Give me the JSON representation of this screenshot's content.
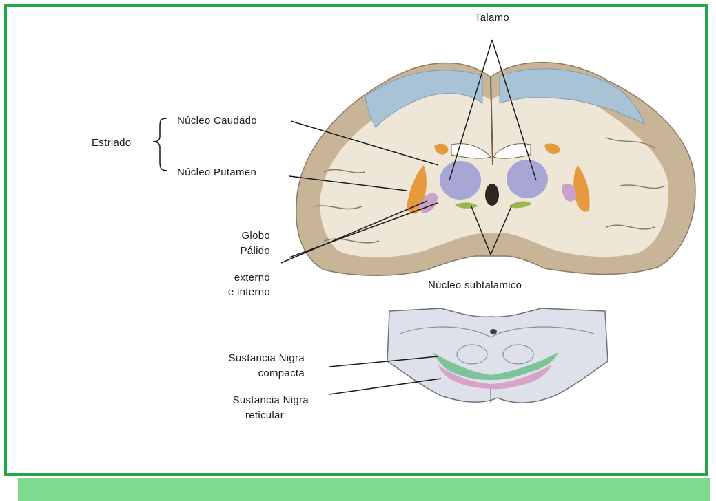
{
  "labels": {
    "talamo": "Talamo",
    "estriado": "Estriado",
    "nucleo_caudado": "Núcleo Caudado",
    "nucleo_putamen": "Núcleo Putamen",
    "globo": "Globo",
    "palido": "Pálido",
    "externo": "externo",
    "e_interno": "e interno",
    "nucleo_subtalamico": "Núcleo subtalamico",
    "sn_compacta_1": "Sustancia Nigra",
    "sn_compacta_2": "compacta",
    "sn_reticular_1": "Sustancia Nigra",
    "sn_reticular_2": "reticular"
  },
  "colors": {
    "frame_border": "#21a84a",
    "footer_bar": "#7fd98f",
    "cortex": "#a9c3d6",
    "white_matter": "#eee6d7",
    "gray_matter": "#c9b79b",
    "caudate_putamen": "#e59a3d",
    "thalamus": "#a7a6d4",
    "globus_pallidus": "#c9a3c9",
    "subthalamic": "#9db84a",
    "nigra_compacta": "#7ec49a",
    "nigra_reticular": "#d8a3c6",
    "midbrain": "#dfe1ea"
  }
}
